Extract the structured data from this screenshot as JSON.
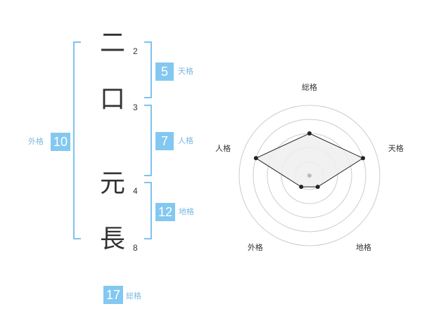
{
  "characters": [
    {
      "char": "二",
      "strokes": "2"
    },
    {
      "char": "口",
      "strokes": "3"
    },
    {
      "char": "元",
      "strokes": "4"
    },
    {
      "char": "長",
      "strokes": "8"
    }
  ],
  "fortunes": {
    "tenkaku": {
      "value": "5",
      "label": "天格"
    },
    "jinkaku": {
      "value": "7",
      "label": "人格"
    },
    "chikaku": {
      "value": "12",
      "label": "地格"
    },
    "gaikaku": {
      "value": "10",
      "label": "外格"
    },
    "soukaku": {
      "value": "17",
      "label": "総格"
    }
  },
  "radar": {
    "axes": [
      "総格",
      "天格",
      "地格",
      "外格",
      "人格"
    ],
    "levels": [
      3,
      4,
      1,
      1,
      4
    ],
    "max": 5,
    "colors": {
      "fill": "#eeeeee",
      "ring": "#cccccc",
      "line": "#222222"
    }
  },
  "colors": {
    "bracket": "#7dc3ee",
    "badge": "#83c8f0"
  }
}
